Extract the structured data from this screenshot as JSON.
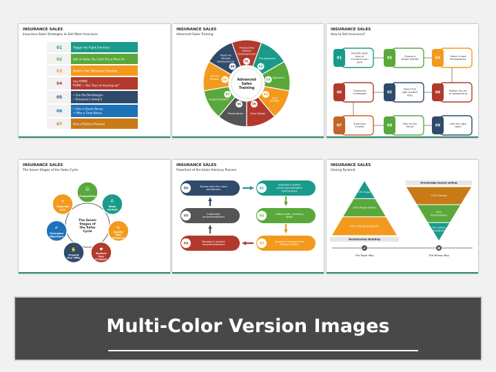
{
  "colors": {
    "teal": "#1a9a8a",
    "green": "#5aa83c",
    "orange": "#f39a1e",
    "red": "#b23a2c",
    "navy": "#2f4a6b",
    "darkgray": "#555555",
    "blue": "#1e72b8",
    "gold": "#c87a17",
    "brown": "#c4642a"
  },
  "slides": [
    {
      "title": "INSURANCE SALES",
      "subtitle": "Insurance Sales Strategies to Sell More Insurance",
      "rows": [
        {
          "num": "01",
          "text": "Trigger the Right Emotions"
        },
        {
          "num": "02",
          "text": "Sell on Value You Can't Put a Price On"
        },
        {
          "num": "03",
          "text": "Avoid a \"No\" Whenever Possible"
        },
        {
          "num": "04",
          "text": "Use FOMO",
          "text2": "FOMO — the \"fear of missing out\""
        },
        {
          "num": "05",
          "text": "• Use the Bandwagon",
          "text2": "• Everyone's doing it"
        },
        {
          "num": "06",
          "text": "• Give a Quote Bonus",
          "text2": "• Offer a Time Bonus"
        },
        {
          "num": "07",
          "text": "Give a Referral Reward"
        }
      ]
    },
    {
      "title": "INSURANCE SALES",
      "subtitle": "Advanced Sales Training",
      "center": "Advanced Sales Training",
      "segments": [
        "Prospecting (Market Development)",
        "Pre-Approach",
        "Approach",
        "Fact Finding",
        "Case Design",
        "Presentation",
        "Implementation",
        "Annual Review",
        "Referrals (Market Development)"
      ],
      "nums": [
        "01",
        "02",
        "03",
        "04",
        "05",
        "06",
        "07",
        "08",
        "09"
      ]
    },
    {
      "title": "INSURANCE SALES",
      "subtitle": "How to Sell Insurance?",
      "items": [
        {
          "num": "01",
          "text": "Identify what type of insurance you want"
        },
        {
          "num": "02",
          "text": "Choose a target market"
        },
        {
          "num": "03",
          "text": "Select a core demographic"
        },
        {
          "num": "04",
          "text": "Master the art of prospecting"
        },
        {
          "num": "05",
          "text": "Select the right product lines"
        },
        {
          "num": "06",
          "text": "Overcome challenges"
        },
        {
          "num": "07",
          "text": "Grow your income"
        },
        {
          "num": "08",
          "text": "Plan for the future"
        },
        {
          "num": "09",
          "text": "Hire the right team"
        }
      ]
    },
    {
      "title": "INSURANCE SALES",
      "subtitle": "The Seven Stages of the Sales Cycle",
      "center": "The Seven Stages of the Sales Cycle",
      "stages": [
        "Prospecting",
        "Make Contact",
        "Qualify Your Prospect",
        "Nurture Your Prospect",
        "Present Your Offer",
        "Overcome Objections",
        "Close the Sale"
      ]
    },
    {
      "title": "INSURANCE SALES",
      "subtitle": "Flowchart of the Sales Advisory Process",
      "steps": [
        {
          "num": "01",
          "text": "Establish & define client-representative relationships"
        },
        {
          "num": "02",
          "text": "Gather data, including goals"
        },
        {
          "num": "03",
          "text": "Analyze & evaluate the financial status"
        },
        {
          "num": "04",
          "text": "Develop & present recommendations"
        },
        {
          "num": "05",
          "text": "Implement recommendations"
        },
        {
          "num": "06",
          "text": "Review with the client periodically"
        }
      ]
    },
    {
      "title": "INSURANCE SALES",
      "subtitle": "Closing Pyramid",
      "pyramid": [
        "5% Close",
        "20% Presentation",
        "75% Asking Questions"
      ],
      "pyramid_base": "Relationship Building",
      "inverted": [
        "Knowledge-based selling",
        "75% Closing",
        "20% Presentation",
        "5% asking questions"
      ],
      "right_label": "The Right Way",
      "wrong_label": "The Wrong Way"
    }
  ],
  "banner": {
    "text": "Multi-Color Version Images"
  }
}
